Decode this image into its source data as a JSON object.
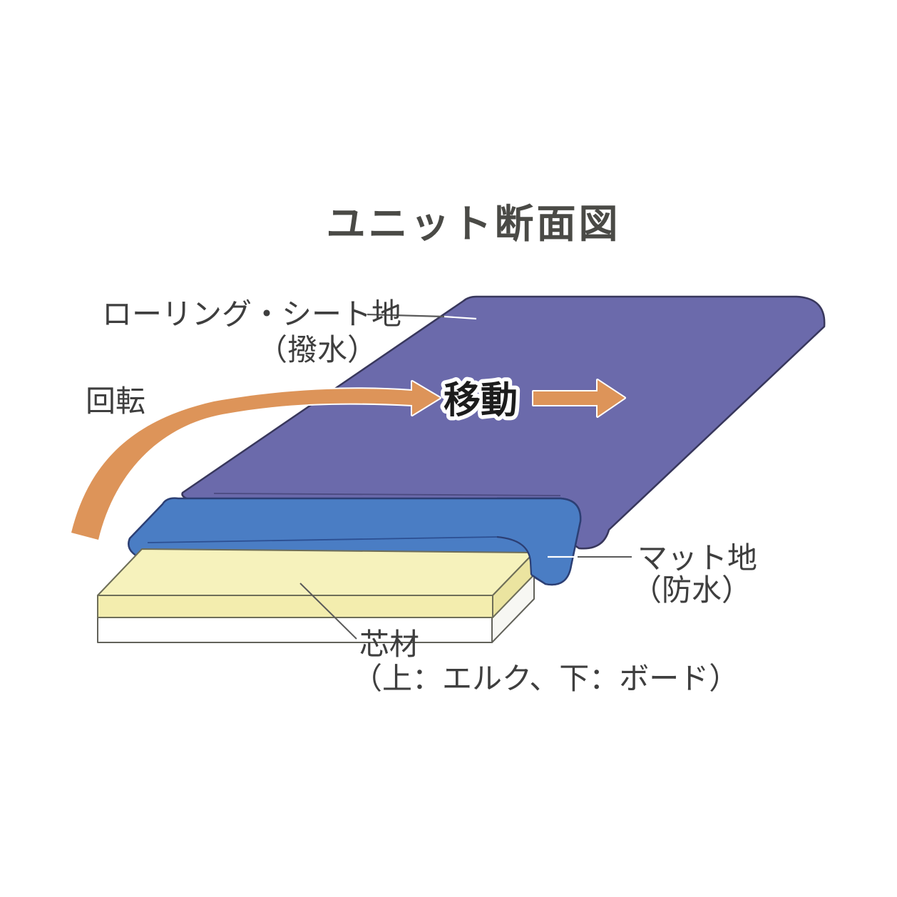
{
  "title": "ユニット断面図",
  "labels": {
    "rolling_sheet_line1": "ローリング・シート地",
    "rolling_sheet_line2": "（撥水）",
    "rotation": "回転",
    "movement": "移動",
    "mat_line1": "マット地",
    "mat_line2": "（防水）",
    "core_line1": "芯材",
    "core_line2": "（上：エルク、下：ボード）"
  },
  "colors": {
    "sheet_purple": "#6b6aab",
    "sheet_outline": "#38375c",
    "mat_blue": "#4a7dc4",
    "mat_outline": "#2c3f74",
    "core_top_yellow": "#f6f2bc",
    "core_front_yellow": "#f3edae",
    "core_side_yellow": "#ebe4a0",
    "core_bottom_white": "#ffffff",
    "core_outline": "#62625a",
    "arrow_orange": "#dd9459",
    "leader_dark": "#5a5a5a",
    "leader_light": "#ffffff",
    "text_dark": "#3e3e3e",
    "movement_text": "#1c1c1c",
    "title_dark": "#4a4a46"
  }
}
